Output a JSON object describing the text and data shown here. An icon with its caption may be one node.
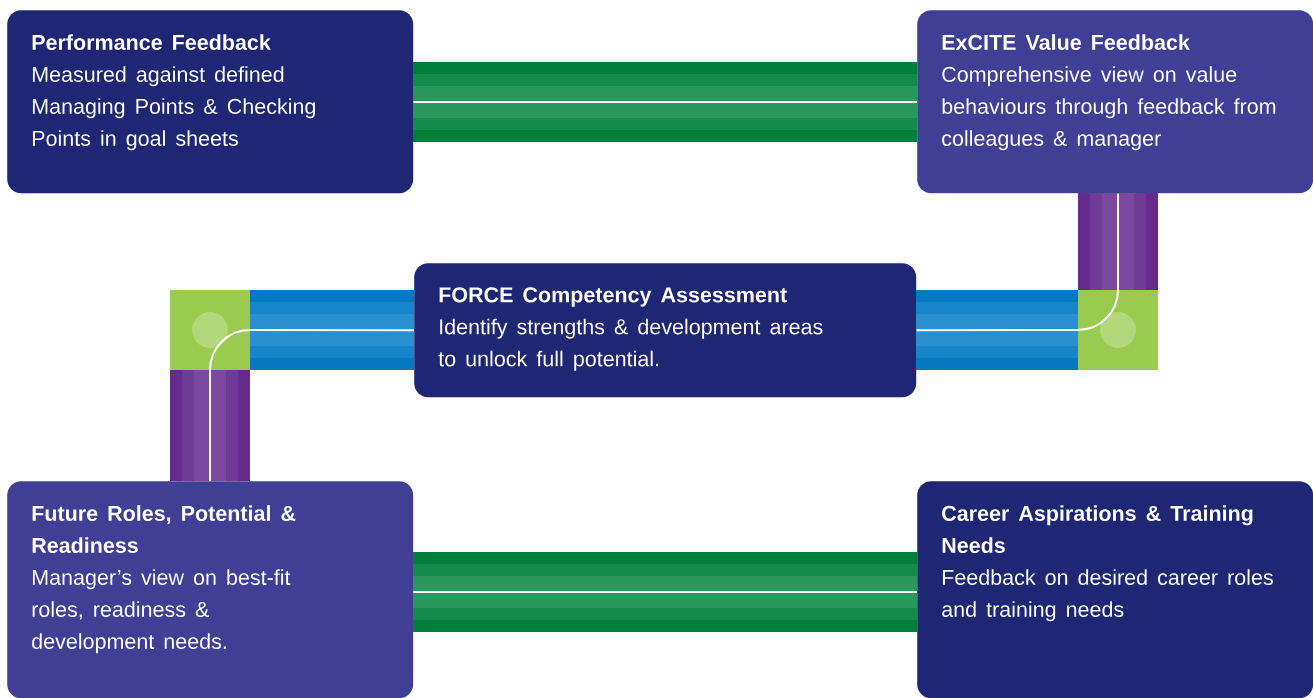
{
  "diagram": {
    "nodes": [
      {
        "text": [
          "Performance Feedback",
          "Measured against defined Managing Points & Checking Points in goal sheets"
        ]
      },
      {
        "text": [
          "ExCITE Value Feedback",
          "Comprehensive view on value behaviours through feedback from colleagues & manager"
        ]
      },
      {
        "text": [
          "FORCE Competency Assessment",
          "Identify strengths & development areas to unlock full potential."
        ]
      },
      {
        "text": [
          "Future Roles, Potential & Readiness",
          "Manager’s view on best-fit roles, readiness & development needs."
        ]
      },
      {
        "text": [
          "Career Aspirations & Training Needs",
          "Feedback on desired career roles and training needs"
        ]
      }
    ],
    "edges": [
      {
        "from": 0,
        "to": 1,
        "arrow": "none"
      },
      {
        "from": 1,
        "to": 2,
        "arrow": "none"
      },
      {
        "from": 2,
        "to": 3,
        "arrow": "none"
      },
      {
        "from": 3,
        "to": 4,
        "arrow": "none"
      }
    ]
  }
}
